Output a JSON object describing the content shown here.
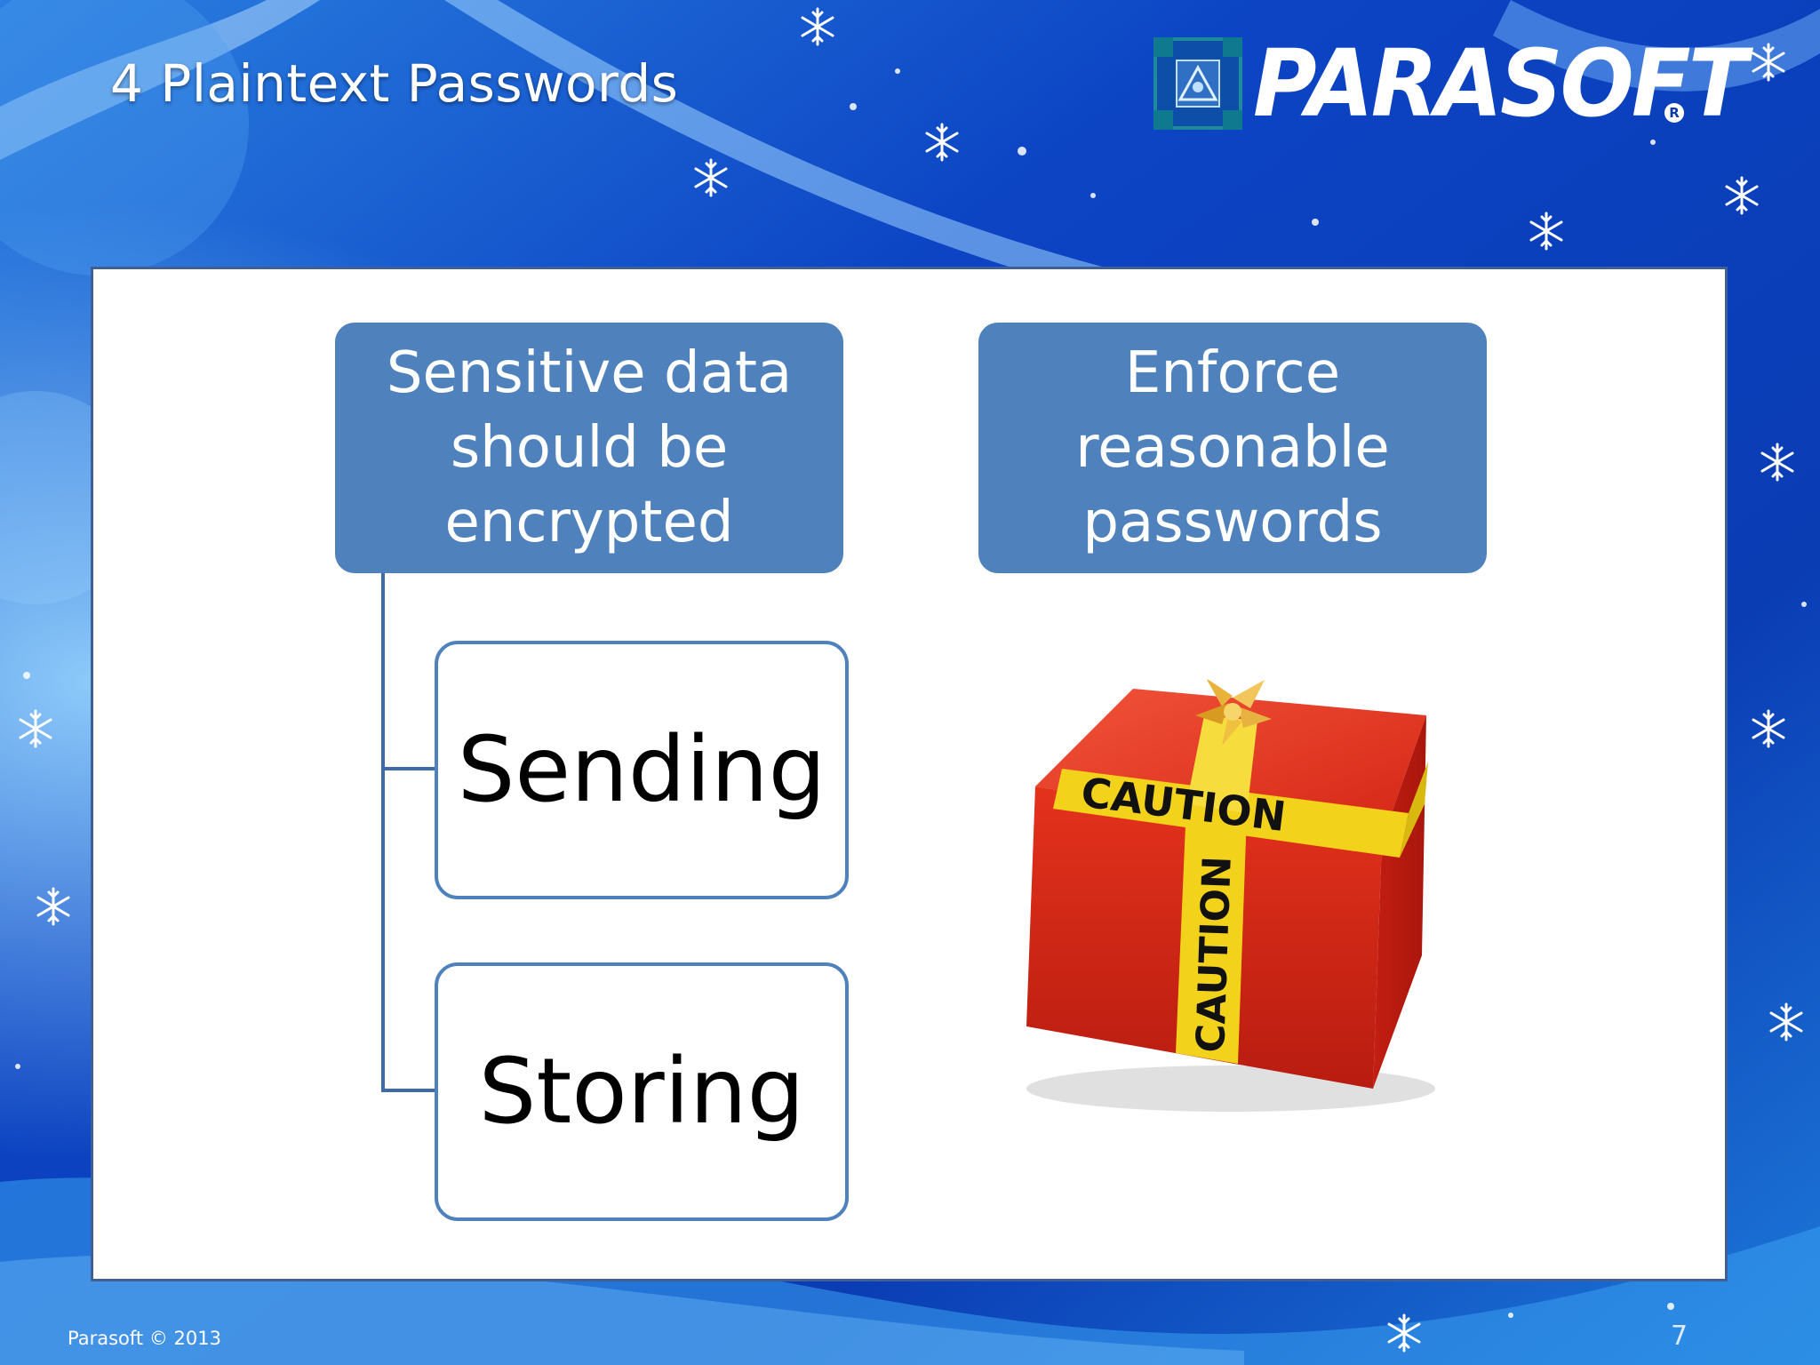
{
  "slide": {
    "title": "4 Plaintext Passwords",
    "logo_text": "PARASOFT",
    "logo_reg": "R"
  },
  "diagram": {
    "left_header": "Sensitive data should be encrypted",
    "right_header": "Enforce reasonable passwords",
    "children": [
      "Sending",
      "Storing"
    ]
  },
  "image": {
    "label_horizontal": "CAUTION",
    "label_vertical": "CAUTION"
  },
  "footer": {
    "copyright": "Parasoft  © 2013",
    "page_number": "7"
  },
  "colors": {
    "background": "#0b3fb8",
    "box_fill": "#4f81bd",
    "panel_border": "#3f5f95",
    "gift_red": "#e0281a",
    "caution_tape": "#f3d21b"
  }
}
